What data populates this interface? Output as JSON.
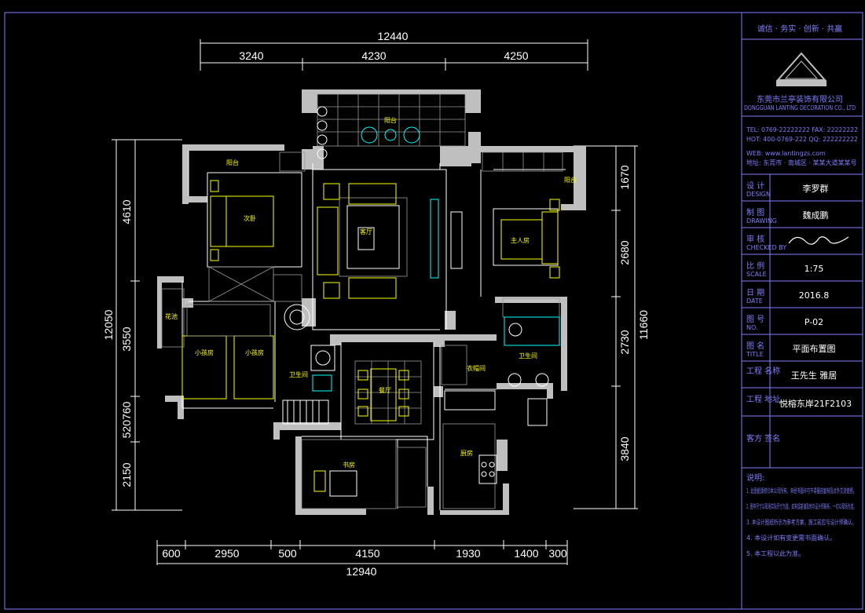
{
  "dimensions": {
    "top_total": "12440",
    "top_segments": [
      "3240",
      "4230",
      "4250"
    ],
    "bottom_total": "12940",
    "bottom_segments": [
      "600",
      "2950",
      "500",
      "4150",
      "1930",
      "1400",
      "300"
    ],
    "left_total": "12050",
    "left_segments": [
      "4610",
      "3550",
      "520760",
      "2150"
    ],
    "right_total": "11660",
    "right_segments": [
      "1670",
      "2680",
      "2730",
      "3840"
    ]
  },
  "rooms": {
    "balcony": "阳台",
    "living": "客厅",
    "bedroom": "次卧",
    "master": "主人房",
    "child1": "小孩房",
    "child2": "小孩房",
    "bath1": "卫生间",
    "bath2": "卫生间",
    "dining": "餐厅",
    "kitchen": "厨房",
    "study": "书房",
    "cloak": "衣帽间",
    "planter1": "花池",
    "planter2": "阳台",
    "planter3": "阳台"
  },
  "title_block": {
    "slogan": "诚信 · 务实 · 创新 · 共赢",
    "company": "东莞市兰亭装饰有限公司",
    "company_en": "DONGGUAN LANTING DECORATION CO., LTD",
    "contact_lines": [
      "TEL: 0769-22222222    FAX: 22222222",
      "HOT: 400-0769-222    QQ: 222222222",
      "WEB: www.lantingzs.com",
      "地址: 东莞市 · 南城区 · 某某大道某某号"
    ],
    "rows": [
      {
        "label": "设 计",
        "label_en": "DESIGN",
        "value": "李罗群"
      },
      {
        "label": "制 图",
        "label_en": "DRAWING",
        "value": "魏成鹏"
      },
      {
        "label": "审 核",
        "label_en": "CHECKED BY",
        "value": ""
      },
      {
        "label": "比 例",
        "label_en": "SCALE",
        "value": "1:75"
      },
      {
        "label": "日 期",
        "label_en": "DATE",
        "value": "2016.8"
      },
      {
        "label": "图 号",
        "label_en": "NO.",
        "value": "P-02"
      },
      {
        "label": "图 名",
        "label_en": "TITLE",
        "value": "平面布置图"
      },
      {
        "label": "工程\n名称",
        "label_en": "",
        "value": "王先生  雅居"
      },
      {
        "label": "工程\n地址",
        "label_en": "",
        "value": "悦榕东岸21F2103"
      },
      {
        "label": "客方\n签名",
        "label_en": "",
        "value": ""
      }
    ],
    "notes_title": "说明:",
    "notes": [
      "1. 此图纸版权归本公司所有，未经书面许可不得擅自复制及对外交流使用。",
      "2. 图中尺寸以现场实际尺寸为准，如有误差请及时与设计师联系，一切以现场为准。",
      "3. 本设计图纸所示为参考方案，施工前应与设计师确认。",
      "4. 本设计如有变更需书面确认。",
      "5. 本工程以此为准。"
    ]
  },
  "colors": {
    "background": "#000000",
    "frame": "#7f7fff",
    "walls": "#bfbfbf",
    "furniture": "#ffff00",
    "fixtures": "#00ffff",
    "dimension_text": "#ffffff"
  }
}
